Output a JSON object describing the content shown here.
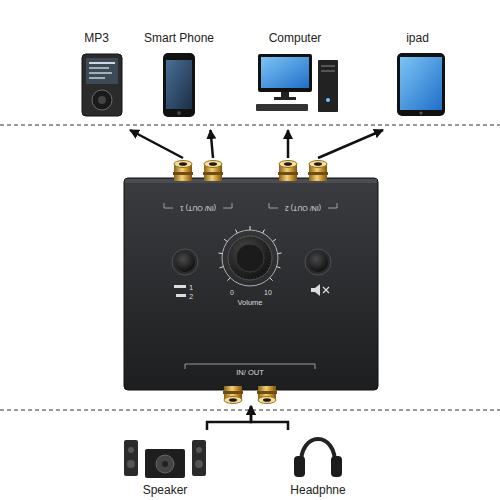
{
  "diagram": {
    "nodes": [
      {
        "text": [
          "MP3"
        ]
      },
      {
        "text": [
          "Smart Phone"
        ]
      },
      {
        "text": [
          "Computer"
        ]
      },
      {
        "text": [
          "ipad"
        ]
      },
      {
        "text": [
          "(IN/ OUT) 1",
          "(IN/ OUT) 2",
          "1",
          "2",
          "0",
          "10",
          "Volume",
          "IN/ OUT"
        ]
      },
      {
        "text": [
          "Speaker"
        ]
      },
      {
        "text": [
          "Headphne"
        ]
      }
    ],
    "edges": [
      {
        "from": 4,
        "to": 0,
        "arrow": "to"
      },
      {
        "from": 4,
        "to": 1,
        "arrow": "to"
      },
      {
        "from": 4,
        "to": 2,
        "arrow": "to"
      },
      {
        "from": 4,
        "to": 3,
        "arrow": "to"
      },
      {
        "from": 5,
        "to": 4,
        "arrow": "to"
      },
      {
        "from": 6,
        "to": 4,
        "arrow": "to"
      }
    ]
  }
}
